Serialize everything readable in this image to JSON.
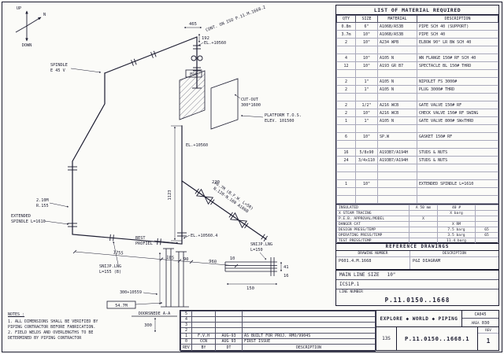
{
  "drawing": {
    "compass": {
      "up": "UP",
      "north": "N",
      "down": "DOWN"
    },
    "labels": {
      "cont_iso": "CONT. ON ISO P.11.M.1668.2",
      "el_top": "EL.+10560",
      "el_mid": "EL.+10560",
      "el_bottom": "EL.+10560.4",
      "spindle_1": "SPINDLE",
      "spindle_2": "E 45 V",
      "m16": "M16",
      "cutout_1": "CUT-OUT",
      "cutout_2": "300*1600",
      "platform_1": "PLATFORM T.O.S.",
      "platform_2": "ELEV. 101500",
      "pipe_note_1": "56.7M (B.F.W. L=50)",
      "pipe_note_2": "N.120-N.100  A106B",
      "r155_1": "2.10M",
      "r155_2": "R.155",
      "ext_spindle_1": "EXTENDED",
      "ext_spindle_2": "SPINDLE L=1610",
      "best_1": "BEST",
      "best_2": "PROFIEL",
      "snijp_left_1": "SNIJP.LNG",
      "snijp_left_2": "L=155 (B)",
      "snijp_right_1": "SNIJP.LNG",
      "snijp_right_2": "L=150",
      "elev_chain": "300+10559",
      "weld_box": "54.7M",
      "section_title": "DOORSNEDE A-A"
    },
    "dims": {
      "d465": "465",
      "d192": "192",
      "d1123": "1123",
      "d220": "220",
      "d1755": "1755",
      "d185": "185",
      "d90": "90",
      "d960": "960",
      "d300": "300",
      "det41": "41",
      "det10": "10",
      "det16": "16",
      "det150": "150"
    },
    "notes": {
      "title": "NOTES :",
      "n1a": "1. ALL DIMENSIONS SHALL BE VERIFIED BY",
      "n1b": "   PIPING CONTRACTOR BEFORE FABRICATION.",
      "n2a": "2. FIELD WELDS AND OVERLENGTHS TO BE",
      "n2b": "   DETERMINED BY PIPING CONTRACTOR"
    }
  },
  "material_list": {
    "title": "LIST OF MATERIAL REQUIRED",
    "columns": [
      "QTY",
      "SIZE",
      "MATERIAL",
      "DESCRIPTION"
    ],
    "rows": [
      {
        "qty": "0.8m",
        "size": "6\"",
        "material": "A106B/A53B",
        "desc": "PIPE SCH 40 (SUPPORT)"
      },
      {
        "qty": "3.7m",
        "size": "10\"",
        "material": "A106B/A53B",
        "desc": "PIPE SCH 40"
      },
      {
        "qty": "2",
        "size": "10\"",
        "material": "A234 WPB",
        "desc": "ELBOW 90° LR BW SCH 40"
      },
      {
        "qty": "",
        "size": "",
        "material": "",
        "desc": ""
      },
      {
        "qty": "4",
        "size": "10\"",
        "material": "A105 N",
        "desc": "WN FLANGE 150# RF SCH 40"
      },
      {
        "qty": "12",
        "size": "10\"",
        "material": "A193 GR B7",
        "desc": "SPECTACLE BL 150# THRD"
      },
      {
        "qty": "",
        "size": "",
        "material": "",
        "desc": ""
      },
      {
        "qty": "2",
        "size": "1\"",
        "material": "A105 N",
        "desc": "NIPOLET FS 3000#"
      },
      {
        "qty": "2",
        "size": "1\"",
        "material": "A105 N",
        "desc": "PLUG 3000# THRD"
      },
      {
        "qty": "",
        "size": "",
        "material": "",
        "desc": ""
      },
      {
        "qty": "2",
        "size": "1/2\"",
        "material": "A216 WCB",
        "desc": "GATE VALVE 150# RF"
      },
      {
        "qty": "2",
        "size": "10\"",
        "material": "A216 WCB",
        "desc": "CHECK VALVE 150# RF SWING"
      },
      {
        "qty": "1",
        "size": "1\"",
        "material": "A105 N",
        "desc": "GATE VALVE 800# SWxTHRD"
      },
      {
        "qty": "",
        "size": "",
        "material": "",
        "desc": ""
      },
      {
        "qty": "6",
        "size": "10\"",
        "material": "SP.W",
        "desc": "GASKET 150# RF"
      },
      {
        "qty": "",
        "size": "",
        "material": "",
        "desc": ""
      },
      {
        "qty": "16",
        "size": "5/8x90",
        "material": "A193B7/A194H",
        "desc": "STUDS & NUTS"
      },
      {
        "qty": "24",
        "size": "3/4x110",
        "material": "A193B7/A194H",
        "desc": "STUDS & NUTS"
      },
      {
        "qty": "",
        "size": "",
        "material": "",
        "desc": ""
      },
      {
        "qty": "",
        "size": "",
        "material": "",
        "desc": ""
      },
      {
        "qty": "1",
        "size": "10\"",
        "material": "",
        "desc": "EXTENDED SPINDLE L=1610"
      },
      {
        "qty": "",
        "size": "",
        "material": "",
        "desc": ""
      },
      {
        "qty": "",
        "size": "",
        "material": "",
        "desc": ""
      }
    ]
  },
  "condition_table": {
    "rows": [
      [
        "INSULATED",
        "A  50  mm",
        "40 #",
        ""
      ],
      [
        "X   STEAM TRACING",
        "",
        "X barg",
        ""
      ],
      [
        "P.E.B. APPROVAL/MODEL",
        "X",
        "",
        ""
      ],
      [
        "DANGER CAT",
        "",
        "X RM",
        ""
      ],
      [
        "DESIGN PRESS/TEMP",
        "",
        "7.5 barg",
        "65"
      ],
      [
        "OPERATING PRESS/TEMP",
        "",
        "3.5 barg",
        "65"
      ],
      [
        "TEST PRESS/TEMP",
        "",
        "11.4 barg",
        ""
      ]
    ]
  },
  "reference_drawings": {
    "title": "REFERENCE  DRAWINGS",
    "col_number": "DRAWING NUMBER",
    "col_desc": "DESCRIPTION",
    "rows": [
      {
        "number": "P601.4.M.1668",
        "desc": "P&I DIAGRAM"
      }
    ]
  },
  "line_info": {
    "main_line_size_label": "MAIN LINE SIZE",
    "main_line_size": "10\"",
    "spec": "ICS1P.1",
    "line_number_label": "LINE NUMBER",
    "line_number": "P.11.0150..1668"
  },
  "revision": {
    "headers": {
      "rev": "REV",
      "by": "BY",
      "dt": "DT",
      "desc": "DESCRIPTION"
    },
    "rows": [
      {
        "rev": "5",
        "by": "",
        "dt": "",
        "desc": ""
      },
      {
        "rev": "4",
        "by": "",
        "dt": "",
        "desc": ""
      },
      {
        "rev": "3",
        "by": "",
        "dt": "",
        "desc": ""
      },
      {
        "rev": "2",
        "by": "",
        "dt": "",
        "desc": ""
      },
      {
        "rev": "1",
        "by": "F.V.H",
        "dt": "AUG-93",
        "desc": "AS BUILT FOR PROJ. RMO/9904S"
      },
      {
        "rev": "0",
        "by": "CCN",
        "dt": "AUG 93",
        "desc": "FIRST ISSUE"
      }
    ]
  },
  "title_block": {
    "company": "EXPLORE ◆ WORLD ◆ PIPING",
    "code": "CA045",
    "area_label": "AREA",
    "area_value": "030",
    "sheet_code": "13S",
    "drawing_number": "P.11.0150..1668.1",
    "rev_label": "REV",
    "rev": "1"
  }
}
